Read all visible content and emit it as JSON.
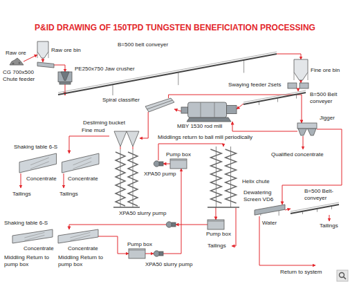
{
  "diagram": {
    "title": "P&ID DRAWING OF 150TPD TUNGSTEN BENEFICIATION PROCESSING",
    "nodes": [
      {
        "text": [
          "Raw ore"
        ]
      },
      {
        "text": [
          "Raw ore bin"
        ]
      },
      {
        "text": [
          "CG 700x500 Chute feeder"
        ]
      },
      {
        "text": [
          "PE250x750 Jaw crusher"
        ]
      },
      {
        "text": [
          "B=500 belt conveyer"
        ]
      },
      {
        "text": [
          "Fine ore bin"
        ]
      },
      {
        "text": [
          "Swaying feeder 2sets"
        ]
      },
      {
        "text": [
          "B=500 Belt conveyer"
        ]
      },
      {
        "text": [
          "MBY 1530 rod mill"
        ]
      },
      {
        "text": [
          "Spiral classifier"
        ]
      },
      {
        "text": [
          "Jigger"
        ]
      },
      {
        "text": [
          "Desliming bucket"
        ]
      },
      {
        "text": [
          "Shaking table 6-S"
        ]
      },
      {
        "text": [
          "Pump box"
        ]
      },
      {
        "text": [
          "XPA50 pump"
        ]
      },
      {
        "text": [
          "Helix chute"
        ]
      },
      {
        "text": [
          "Dewatering Screen VD6"
        ]
      },
      {
        "text": [
          "B=500 Belt-conveyer"
        ]
      },
      {
        "text": [
          "Pump box"
        ]
      },
      {
        "text": [
          "XPA50 slurry pump"
        ]
      },
      {
        "text": [
          "Shaking table 6-S"
        ]
      },
      {
        "text": [
          "Pump box"
        ]
      },
      {
        "text": [
          "XPA50 slurry pump"
        ]
      }
    ],
    "edges": [
      {
        "from": 0,
        "to": 1,
        "arrow": "to"
      },
      {
        "from": 1,
        "to": 2,
        "arrow": "to"
      },
      {
        "from": 2,
        "to": 3,
        "arrow": "to"
      },
      {
        "from": 3,
        "to": 4,
        "arrow": "to"
      },
      {
        "from": 4,
        "to": 5,
        "arrow": "to"
      },
      {
        "from": 5,
        "to": 6,
        "arrow": "to"
      },
      {
        "from": 6,
        "to": 7,
        "arrow": "to"
      },
      {
        "from": 7,
        "to": 8,
        "arrow": "to"
      },
      {
        "from": 8,
        "to": 9,
        "arrow": "to"
      },
      {
        "from": 9,
        "to": 10,
        "arrow": "to"
      },
      {
        "from": 10,
        "to": 8,
        "arrow": "to"
      },
      {
        "from": 9,
        "to": 11,
        "arrow": "to"
      },
      {
        "from": 11,
        "to": 12,
        "arrow": "to"
      },
      {
        "from": 13,
        "to": 14,
        "arrow": "to"
      },
      {
        "from": 14,
        "to": 15,
        "arrow": "to"
      },
      {
        "from": 15,
        "to": 18,
        "arrow": "to"
      },
      {
        "from": 18,
        "to": 19,
        "arrow": "to"
      },
      {
        "from": 19,
        "to": 20,
        "arrow": "to"
      },
      {
        "from": 20,
        "to": 21,
        "arrow": "to"
      },
      {
        "from": 21,
        "to": 22,
        "arrow": "to"
      },
      {
        "from": 22,
        "to": 13,
        "arrow": "to"
      },
      {
        "from": 10,
        "to": 16,
        "arrow": "to"
      },
      {
        "from": 16,
        "to": 17,
        "arrow": "to"
      }
    ],
    "labels": [
      "Middlings return to ball mill periodically",
      "Fine mud",
      "Qualified concentrate",
      "Concentrate",
      "Concentrate",
      "Tailings",
      "Tailings",
      "Water",
      "Tailings",
      "Tailings",
      "Concentrate",
      "Concentrate",
      "Middling Return to pump box",
      "Middling Return to pump box",
      "Return to system"
    ]
  }
}
